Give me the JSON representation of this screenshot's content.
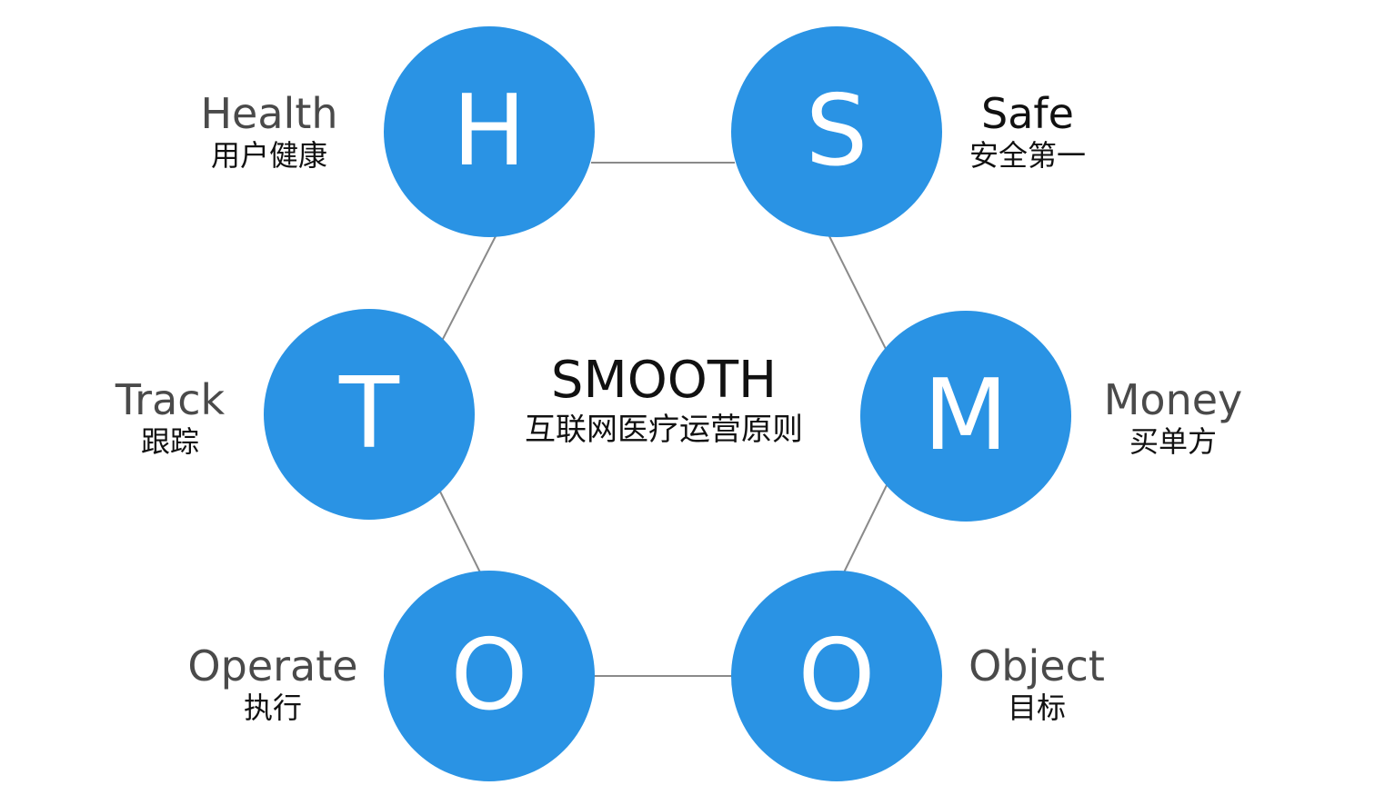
{
  "center": {
    "title": "SMOOTH",
    "subtitle": "互联网医疗运营原则"
  },
  "colors": {
    "node_fill": "#2a93e4",
    "connector": "#8a8a8a",
    "node_letter": "#ffffff"
  },
  "nodes": [
    {
      "letter": "H",
      "label": "Health",
      "sublabel": "用户健康"
    },
    {
      "letter": "S",
      "label": "Safe",
      "sublabel": "安全第一"
    },
    {
      "letter": "M",
      "label": "Money",
      "sublabel": "买单方"
    },
    {
      "letter": "O",
      "label": "Object",
      "sublabel": "目标"
    },
    {
      "letter": "O",
      "label": "Operate",
      "sublabel": "执行"
    },
    {
      "letter": "T",
      "label": "Track",
      "sublabel": "跟踪"
    }
  ]
}
